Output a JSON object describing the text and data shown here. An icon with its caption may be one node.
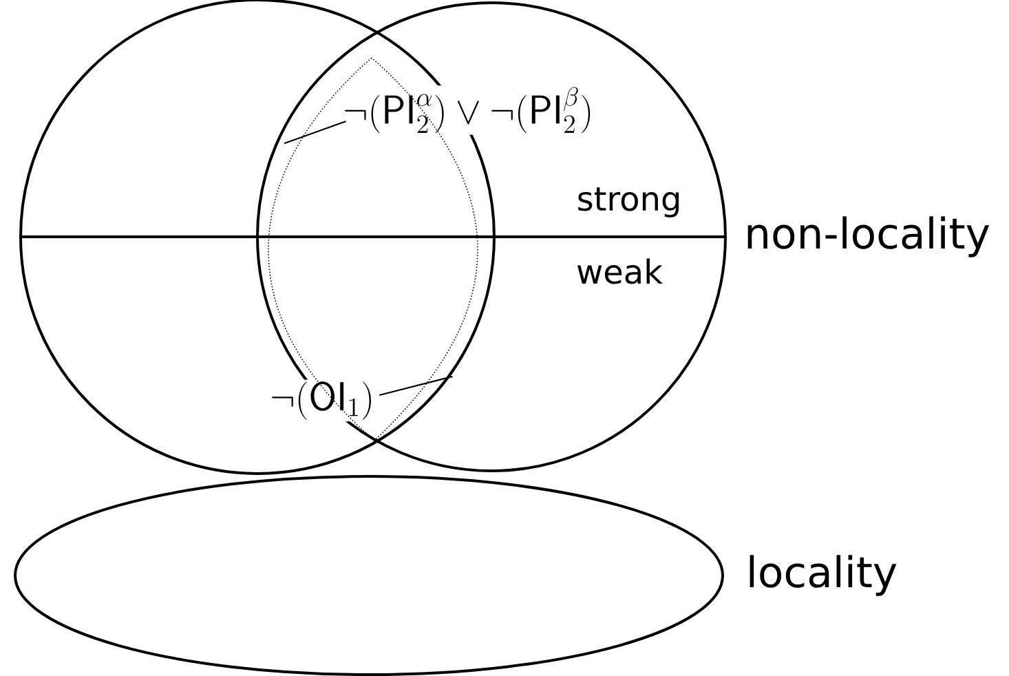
{
  "diagram": {
    "nodes": [
      {
        "text": [
          "\\neg(\\mathsf{PI}_2^{\\alpha}) \\vee \\neg(\\mathsf{PI}_2^{\\beta})"
        ]
      },
      {
        "text": [
          "\\neg(\\mathsf{OI}_1)"
        ]
      },
      {
        "text": [],
        "shape": "ellipse"
      }
    ],
    "edges": [
      {
        "from": 0,
        "to": 2,
        "arrow": "none"
      },
      {
        "from": 1,
        "to": 2,
        "arrow": "none"
      }
    ],
    "labels": [
      "strong",
      "weak",
      "non-locality",
      "locality"
    ]
  }
}
